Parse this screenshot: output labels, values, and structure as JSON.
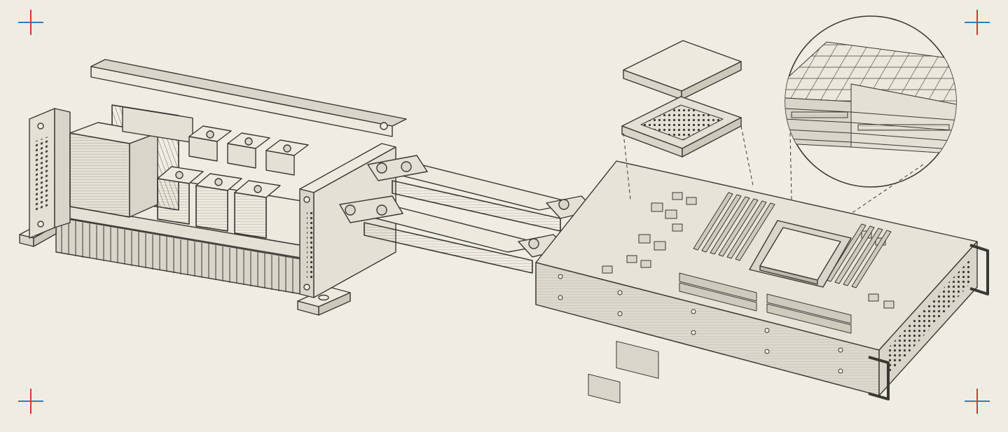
{
  "style": {
    "paper_color": "#efece3",
    "ink_color": "#3a3833",
    "metal_light": "#ece9df",
    "metal_mid": "#d9d5ca",
    "metal_dark": "#bdb8ab",
    "register_red": "#d23a35",
    "register_blue": "#2e7fb8"
  },
  "registration_marks": [
    "top-left",
    "top-right",
    "bottom-left",
    "bottom-right"
  ],
  "components": {
    "power_unit": [
      "heatsink-fins",
      "transformer",
      "capacitor-blocks",
      "vented-end-plates",
      "mounting-feet"
    ],
    "busbars": 2,
    "server_board": [
      "cpu-package",
      "memory-modules",
      "vrm-components",
      "vented-front-panel",
      "rack-handles"
    ],
    "detail_callouts": [
      "chip-package-exploded",
      "die-layer-cross-section"
    ]
  }
}
